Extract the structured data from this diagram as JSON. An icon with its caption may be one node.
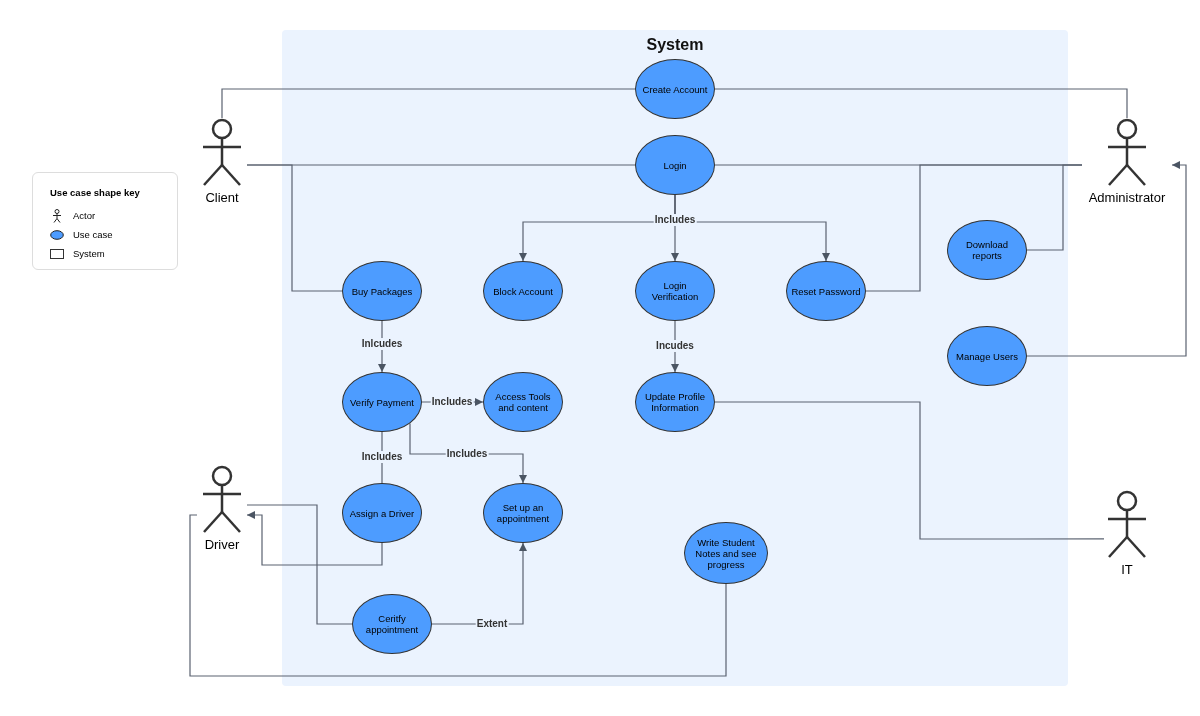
{
  "diagram": {
    "nodes": [
      {
        "text": [
          "System"
        ]
      },
      {
        "text": [
          "Client"
        ]
      },
      {
        "text": [
          "Administrator"
        ]
      },
      {
        "text": [
          "Driver"
        ]
      },
      {
        "text": [
          "IT"
        ]
      },
      {
        "text": [
          "Create Account"
        ],
        "in": 0
      },
      {
        "text": [
          "Login"
        ],
        "in": 0
      },
      {
        "text": [
          "Buy Packages"
        ],
        "in": 0
      },
      {
        "text": [
          "Block Account"
        ],
        "in": 0
      },
      {
        "text": [
          "Login Verification"
        ],
        "in": 0
      },
      {
        "text": [
          "Reset Password"
        ],
        "in": 0
      },
      {
        "text": [
          "Download reports"
        ],
        "in": 0
      },
      {
        "text": [
          "Manage Users"
        ],
        "in": 0
      },
      {
        "text": [
          "Verify Payment"
        ],
        "in": 0
      },
      {
        "text": [
          "Access Tools and content"
        ],
        "in": 0
      },
      {
        "text": [
          "Update Profile Information"
        ],
        "in": 0
      },
      {
        "text": [
          "Assign a Driver"
        ],
        "in": 0
      },
      {
        "text": [
          "Set up an appointment"
        ],
        "in": 0
      },
      {
        "text": [
          "Write Student Notes and see progress"
        ],
        "in": 0
      },
      {
        "text": [
          "Ceritfy appointment"
        ],
        "in": 0
      }
    ],
    "edges": [
      {
        "from": 1,
        "to": 5,
        "arrow": "none"
      },
      {
        "from": 5,
        "to": 2,
        "arrow": "none"
      },
      {
        "from": 1,
        "to": 6,
        "arrow": "none"
      },
      {
        "from": 6,
        "to": 2,
        "arrow": "none"
      },
      {
        "from": 1,
        "to": 7,
        "arrow": "none"
      },
      {
        "from": 6,
        "to": 8,
        "arrow": "to"
      },
      {
        "from": 6,
        "to": 9,
        "arrow": "to",
        "label": "Includes"
      },
      {
        "from": 6,
        "to": 10,
        "arrow": "to"
      },
      {
        "from": 10,
        "to": 2,
        "arrow": "none"
      },
      {
        "from": 11,
        "to": 2,
        "arrow": "none"
      },
      {
        "from": 12,
        "to": 2,
        "arrow": "to"
      },
      {
        "from": 7,
        "to": 13,
        "arrow": "to",
        "label": "Inlcudes"
      },
      {
        "from": 9,
        "to": 15,
        "arrow": "to",
        "label": "Incudes"
      },
      {
        "from": 13,
        "to": 14,
        "arrow": "to",
        "label": "Includes"
      },
      {
        "from": 13,
        "to": 17,
        "arrow": "to",
        "label": "Includes"
      },
      {
        "from": 13,
        "to": 16,
        "arrow": "none",
        "label": "Includes"
      },
      {
        "from": 16,
        "to": 3,
        "arrow": "to"
      },
      {
        "from": 3,
        "to": 19,
        "arrow": "none"
      },
      {
        "from": 3,
        "to": 18,
        "arrow": "none"
      },
      {
        "from": 19,
        "to": 17,
        "arrow": "to",
        "label": "Extent"
      },
      {
        "from": 15,
        "to": 4,
        "arrow": "none"
      }
    ],
    "labels": [
      "Use case shape key"
    ],
    "legend": [
      {
        "text": "Actor"
      },
      {
        "text": "Use case",
        "color": "#4d9cff"
      },
      {
        "text": "System"
      }
    ]
  }
}
